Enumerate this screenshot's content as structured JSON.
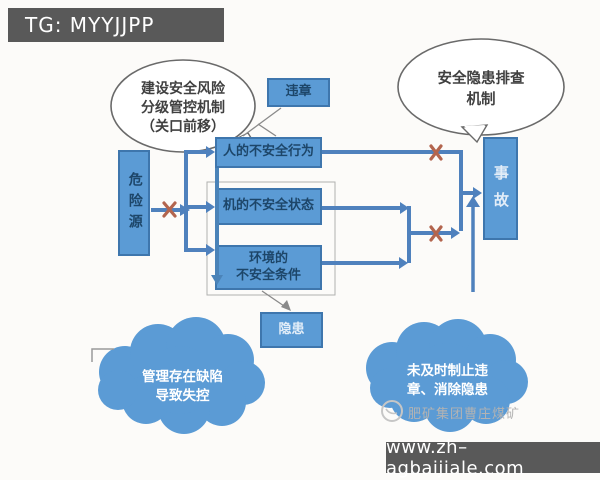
{
  "banner_top": {
    "label": "TG: MYYJJPP"
  },
  "banner_bottom": {
    "label": "www.zh–agbaijiale.com"
  },
  "watermark": {
    "label": "肥矿集团曹庄煤矿"
  },
  "bubble_left": {
    "line1": "建设安全风险",
    "line2": "分级管控机制",
    "line3": "（关口前移）"
  },
  "bubble_right": {
    "line1": "安全隐患排查",
    "line2": "机制"
  },
  "boxes": {
    "violation": "违章",
    "hazard_source": "危险源",
    "unsafe_behavior": "人的不安全行为",
    "unsafe_machine": "机的不安全状态",
    "unsafe_env_line1": "环境的",
    "unsafe_env_line2": "不安全条件",
    "hidden_danger": "隐患",
    "accident": "事故"
  },
  "clouds": {
    "left_line1": "管理存在缺陷",
    "left_line2": "导致失控",
    "right_line1": "未及时制止违",
    "right_line2": "章、消除隐患"
  },
  "colors": {
    "box_blue": "#5b9bd5",
    "box_border": "#3e76ad",
    "dark_text": "#1d4669",
    "light_text": "#e2edf8",
    "connector": "#4f81bd",
    "x_mark": "#b3654e",
    "banner_bg": "#595959",
    "cloud_blue": "#5b9bd5"
  }
}
